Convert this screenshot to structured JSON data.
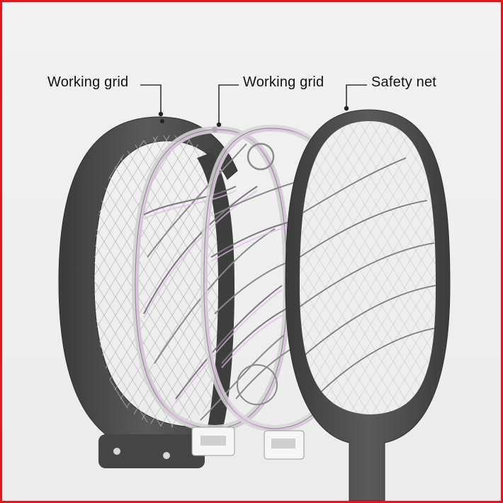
{
  "labels": {
    "working_grid_left": "Working grid",
    "working_grid_middle": "Working grid",
    "safety_net": "Safety net"
  },
  "colors": {
    "border": "#e8131b",
    "frame_dark": "#4a4a4a",
    "frame_dark_edge": "#3a3a3a",
    "mesh": "#b8b8b8",
    "accent_pink": "#e6b7ec",
    "leader_line": "#333333",
    "background": "#efefef"
  },
  "icons": [
    "racket-frame-icon",
    "working-grid-icon",
    "safety-net-icon"
  ]
}
